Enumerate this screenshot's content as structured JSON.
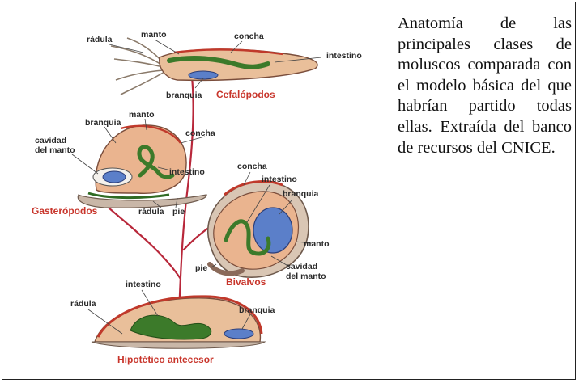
{
  "caption": "Anatomía de las principales clases de moluscos comparada con el modelo básica del que habrían partido todas ellas. Extraída del banco de recursos del CNICE.",
  "figure": {
    "cephalopods": {
      "group": "Cefalópodos",
      "radula": "rádula",
      "mantle": "manto",
      "shell": "concha",
      "intestine": "intestino",
      "gill": "branquia"
    },
    "gastropods": {
      "group": "Gasterópodos",
      "gill": "branquia",
      "mantle": "manto",
      "shell": "concha",
      "cavity_1": "cavidad",
      "cavity_2": "del manto",
      "intestine": "intestino",
      "radula": "rádula",
      "foot": "pie"
    },
    "bivalves": {
      "group": "Bivalvos",
      "shell": "concha",
      "intestine": "intestino",
      "gill": "branquia",
      "mantle": "manto",
      "foot": "pie",
      "cavity_1": "cavidad",
      "cavity_2": "del manto"
    },
    "ancestor": {
      "group": "Hipotético antecesor",
      "intestine": "intestino",
      "radula": "rádula",
      "gill": "branquia"
    }
  }
}
